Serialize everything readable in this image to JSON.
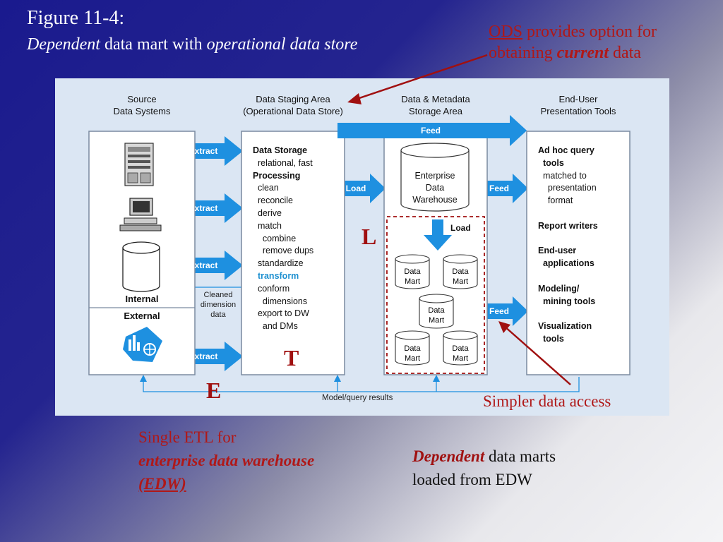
{
  "slide": {
    "title_line1": "Figure 11-4:",
    "title_line2_a": "Dependent",
    "title_line2_b": " data mart with ",
    "title_line2_c": "operational data store"
  },
  "ods_note": {
    "ods": "ODS",
    "text1": " provides option for",
    "text2": "obtaining ",
    "current": "current",
    "text3": " data"
  },
  "diagram": {
    "headers": {
      "source": "Source\nData Systems",
      "staging": "Data Staging Area\n(Operational Data Store)",
      "storage": "Data & Metadata\nStorage Area",
      "enduser": "End-User\nPresentation Tools"
    },
    "extract_label": "Extract",
    "load_label": "Load",
    "feed_label": "Feed",
    "internal": "Internal",
    "external": "External",
    "cleaned": "Cleaned\ndimension\ndata",
    "model_query": "Model/query results",
    "staging_text": {
      "data_storage": "Data Storage",
      "relational": "relational, fast",
      "processing": "Processing",
      "clean": "clean",
      "reconcile": "reconcile",
      "derive": "derive",
      "match": "match",
      "combine": "combine",
      "remove_dups": "remove dups",
      "standardize": "standardize",
      "transform": "transform",
      "conform": "conform",
      "dimensions": "dimensions",
      "export": "export to DW",
      "and_dms": "and DMs"
    },
    "edw": "Enterprise\nData\nWarehouse",
    "data_mart": "Data\nMart",
    "enduser_text": {
      "adhoc": "Ad hoc query",
      "tools": "tools",
      "matched": "matched to",
      "presentation": "presentation",
      "format": "format",
      "report": "Report writers",
      "enduser": "End-user",
      "applications": "applications",
      "modeling": "Modeling/",
      "mining": "mining tools",
      "visualization": "Visualization",
      "vtools": "tools"
    },
    "letter_e": "E",
    "letter_t": "T",
    "letter_l": "L"
  },
  "notes": {
    "simpler": "Simpler data access",
    "etl1": "Single ETL for",
    "etl2": "enterprise data warehouse",
    "etl3": "(EDW)",
    "dep_a": "Dependent",
    "dep_b": " data marts",
    "dep_c": "loaded from EDW"
  },
  "colors": {
    "arrow_blue": "#1e90e0",
    "note_red": "#b01818"
  }
}
